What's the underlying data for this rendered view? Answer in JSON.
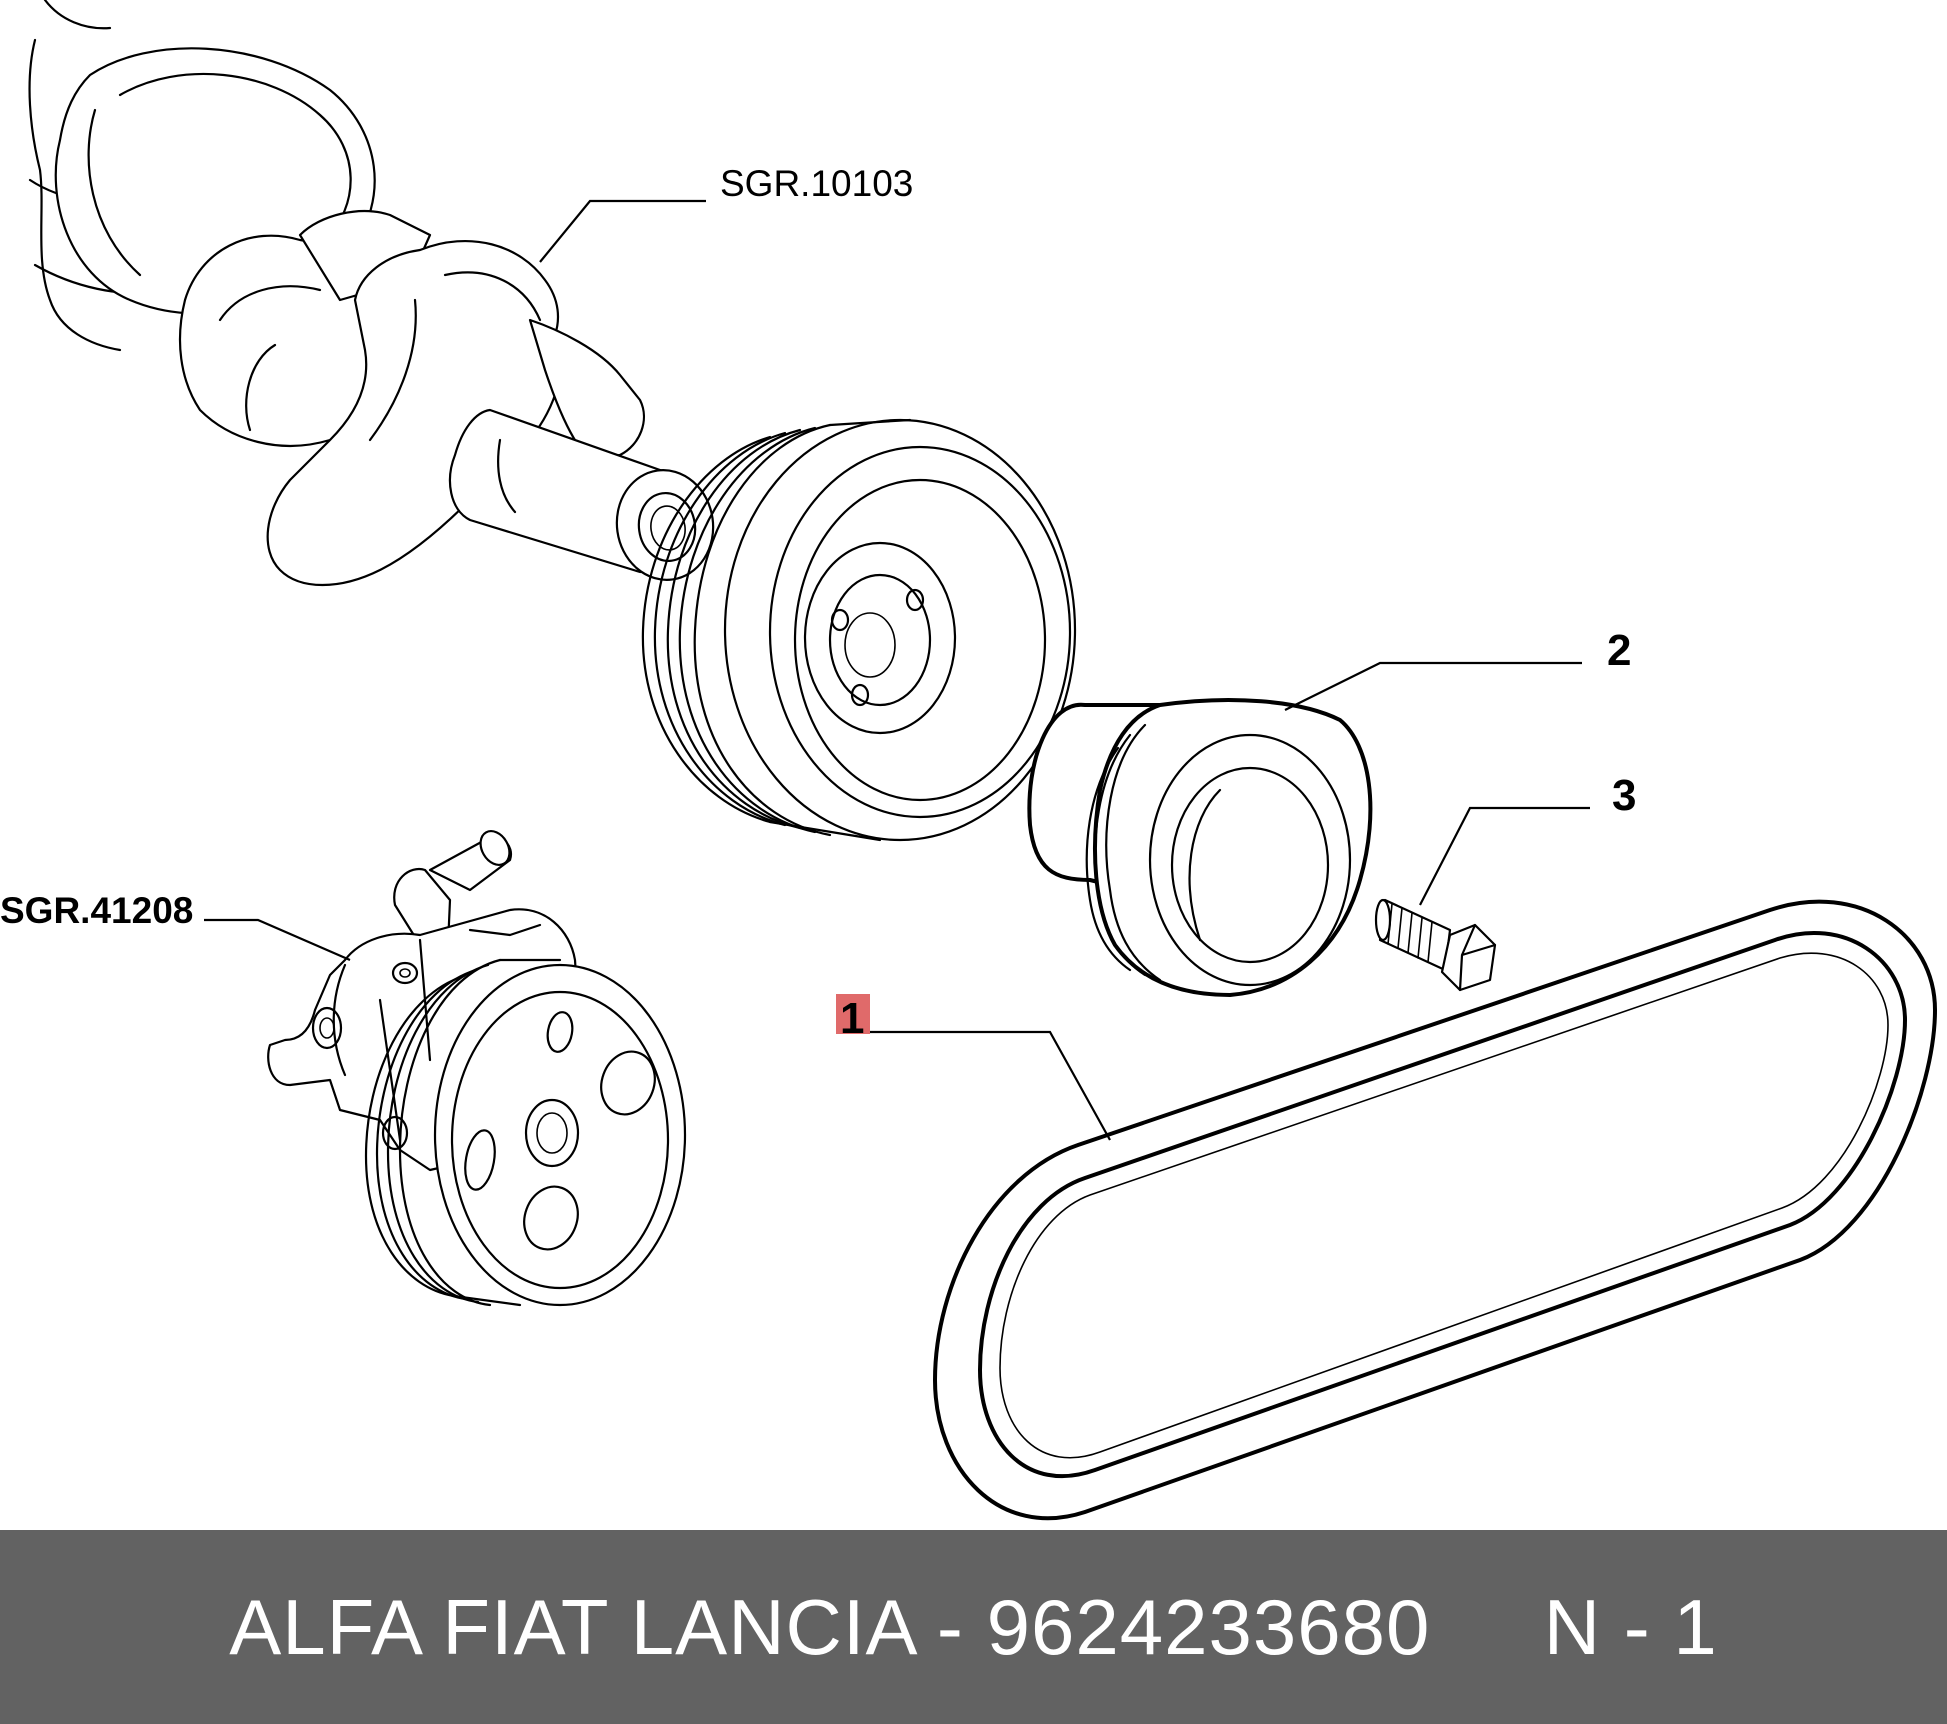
{
  "callouts": {
    "ref_crankshaft": "SGR.10103",
    "ref_pump": "SGR.41208",
    "part_1": "1",
    "part_2": "2",
    "part_3": "3"
  },
  "colors": {
    "footer_bg": "#626262",
    "highlight": "#e06a6a"
  },
  "footer": {
    "brand": "ALFA FIAT LANCIA",
    "separator": " - ",
    "part_number": "9624233680",
    "spacer": "     ",
    "position": "N - 1"
  }
}
